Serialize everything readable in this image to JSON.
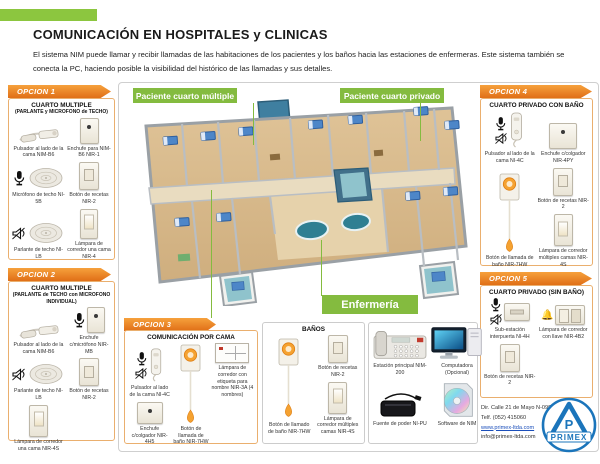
{
  "header": {
    "title": "COMUNICACIÓN EN HOSPITALES y CLINICAS",
    "intro": "El sistema NIM puede  llamar y recibir llamadas de las habitaciones de los pacientes y los baños hacia las estaciones de enfermeras. Este sistema también se conecta la PC, haciendo posible la visibilidad del histórico de las llamadas y sus detalles."
  },
  "banners": {
    "multiple": "Paciente cuarto múltiple",
    "private": "Paciente cuarto privado",
    "nursing": "Enfermería"
  },
  "colors": {
    "green": "#84bb3f",
    "orange": "#e8791e",
    "logo_blue": "#1b75bb"
  },
  "panels": {
    "opcion1": {
      "tag": "OPCION  1",
      "title": "CUARTO MULTIPLE",
      "subtitle": "(PARLANTE y MICROFONO de TECHO)",
      "items": [
        "Pulsador al lado de la cama NIM-B6",
        "Enchufe para NIM-B6 NIR-1",
        "Micrófono de techo NI-5B",
        "Botón de recetas NIR-2",
        "Parlante de techo NI-LB",
        "Lámpara de corredor una cama NIR-4"
      ]
    },
    "opcion2": {
      "tag": "OPCION  2",
      "title": "CUARTO MULTIPLE",
      "subtitle": "(PARLANTE de TECHO con MICROFONO INDIVIDUAL)",
      "items": [
        "Pulsador al lado de la cama NIM-B6",
        "Enchufe c/micrófono NIR-MB",
        "Parlante de techo NI-LB",
        "Botón de recetas NIR-2",
        "Lámpara de corredor una cama NIR-4S"
      ]
    },
    "opcion3": {
      "tag": "OPCION 3",
      "title": "COMUNICACIÓN POR CAMA",
      "items": [
        "Pulsador al lado de la cama NI-4C",
        "Lámpara de corredor con etiqueta para nombre NIR-3A (4 nombres)",
        "Enchufe c/colgador NIR-4H5",
        "Botón de llamada de baño NIR-7HW"
      ]
    },
    "banos": {
      "title": "BAÑOS",
      "items": [
        "Botón de llamado de baño NIR-7HW",
        "Botón de recetas NIR-2",
        "Lámpara de corredor múltiples camas NIR-4S"
      ]
    },
    "opcion4": {
      "tag": "OPCION 4",
      "title": "CUARTO PRIVADO CON BAÑO",
      "items": [
        "Pulsador al lado de la cama NI-4C",
        "Enchufe c/colgador NIR-4PY",
        "Botón de llamada de baño NIR-7HW",
        "Botón de recetas NIR-2",
        "Lámpara de corredor múltiples camas NIR-4S"
      ]
    },
    "opcion5": {
      "tag": "OPCION 5",
      "title": "CUARTO PRIVADO (SIN BAÑO)",
      "items": [
        "Sub-estación interpuerta NI-4H",
        "Lámpara de corredor con llave NIR-4B2",
        "Botón de recetas NIR-2"
      ]
    },
    "estacion": {
      "items": [
        "Estación principal NIM-200",
        "Computadora (Opcional)",
        "Fuente de poder NI-PU",
        "Software de NIM"
      ]
    }
  },
  "footer": {
    "address": "Dir. Calle 21 de Mayo N-099",
    "phone": "Telf. (052) 415060",
    "website": "www.primex-ltda.com",
    "email": "info@primex-ltda.com",
    "brand": "PRIMEX",
    "brand_initial": "P"
  }
}
